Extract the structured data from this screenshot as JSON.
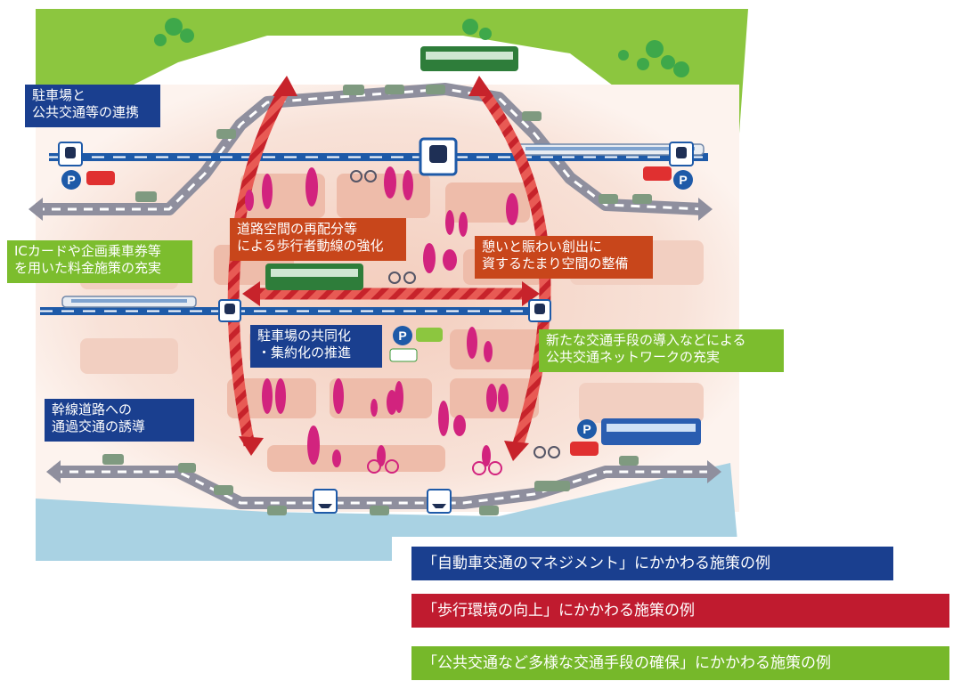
{
  "labels": {
    "parking_transit": "駐車場と\n公共交通等の連携",
    "ic_card": "ICカードや企画乗車券等\nを用いた料金施策の充実",
    "trunk_road": "幹線道路への\n通過交通の誘導",
    "road_space": "道路空間の再配分等\nによる歩行者動線の強化",
    "rest_space": "憩いと賑わい創出に\n資するたまり空間の整備",
    "parking_share": "駐車場の共同化\n・集約化の推進",
    "new_transport": "新たな交通手段の導入などによる\n公共交通ネットワークの充実"
  },
  "legend": [
    {
      "text": "「自動車交通のマネジメント」にかかわる施策の例",
      "color": "#1a3f8f"
    },
    {
      "text": "「歩行環境の向上」にかかわる施策の例",
      "color": "#c01b2f"
    },
    {
      "text": "「公共交通など多様な交通手段の確保」にかかわる施策の例",
      "color": "#76b82a"
    }
  ],
  "icons": {
    "parking": "P",
    "station": "train-station-icon",
    "ferry": "ferry-icon"
  },
  "colors": {
    "park": "#8cc63f",
    "river": "#a9d2e3",
    "town": "#f6d9cc",
    "block": "#eebcaa",
    "people": "#d2237e",
    "road": "#8f8f9e",
    "arrow": "#e03a3a"
  }
}
